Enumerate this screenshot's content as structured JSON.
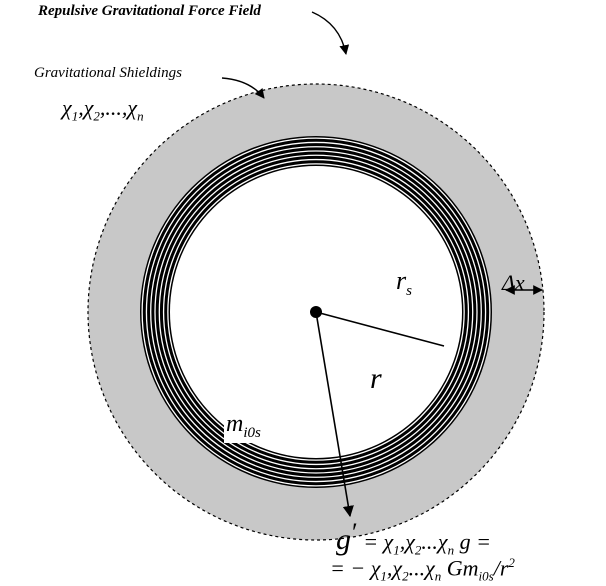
{
  "labels": {
    "field": "Repulsive Gravitational Force Field",
    "shieldings": "Gravitational Shieldings",
    "rs": "r",
    "rs_sub": "s",
    "r": "r",
    "delta_x": "Δx",
    "m": "m",
    "m_sub": "i0s"
  },
  "chi": {
    "symbol": "χ",
    "sub1": "1",
    "sub2": "2",
    "subn": "n",
    "list_sep": ",",
    "dots": ",...,",
    "dots2": "..."
  },
  "equation": {
    "g": "g",
    "prime": "′",
    "line1_mid": " = ",
    "line1_end": " g =",
    "line2_start": "= − ",
    "line2_G": " Gm",
    "line2_msub": "i0s",
    "line2_div": "/r",
    "line2_pow": "2"
  },
  "colors": {
    "field": "#c8c8c8",
    "rings": "#000000",
    "ring_gap": "#ffffff",
    "background": "#ffffff"
  }
}
